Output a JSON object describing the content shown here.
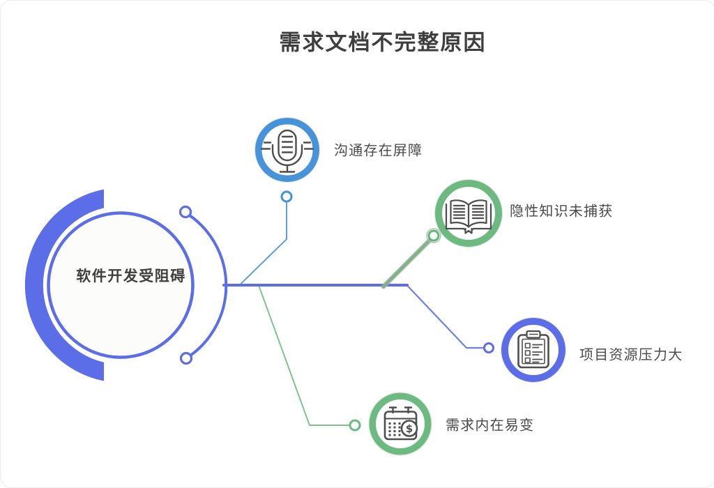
{
  "title": "需求文档不完整原因",
  "center_node": {
    "label": "软件开发受阻碍"
  },
  "branches": [
    {
      "label": "沟通存在屏障",
      "icon": "microphone-icon",
      "ring_color": "#4793d9",
      "position": "top"
    },
    {
      "label": "隐性知识未捕获",
      "icon": "open-book-icon",
      "ring_color": "#6cba7f",
      "position": "upper-right"
    },
    {
      "label": "项目资源压力大",
      "icon": "clipboard-checklist-icon",
      "ring_color": "#5b6de7",
      "position": "lower-right"
    },
    {
      "label": "需求内在易变",
      "icon": "calendar-dollar-icon",
      "ring_color": "#6cba7f",
      "position": "bottom"
    }
  ],
  "colors": {
    "primary_blue": "#5b6de7",
    "sky_blue": "#4793d9",
    "green": "#6cba7f",
    "line_green": "#7cc48d",
    "icon_stroke": "#4d4d4d",
    "label_text": "#4a4a4a",
    "title_text": "#3e3e3e"
  },
  "icons": {
    "calendar_dollar_glyph": "$"
  }
}
